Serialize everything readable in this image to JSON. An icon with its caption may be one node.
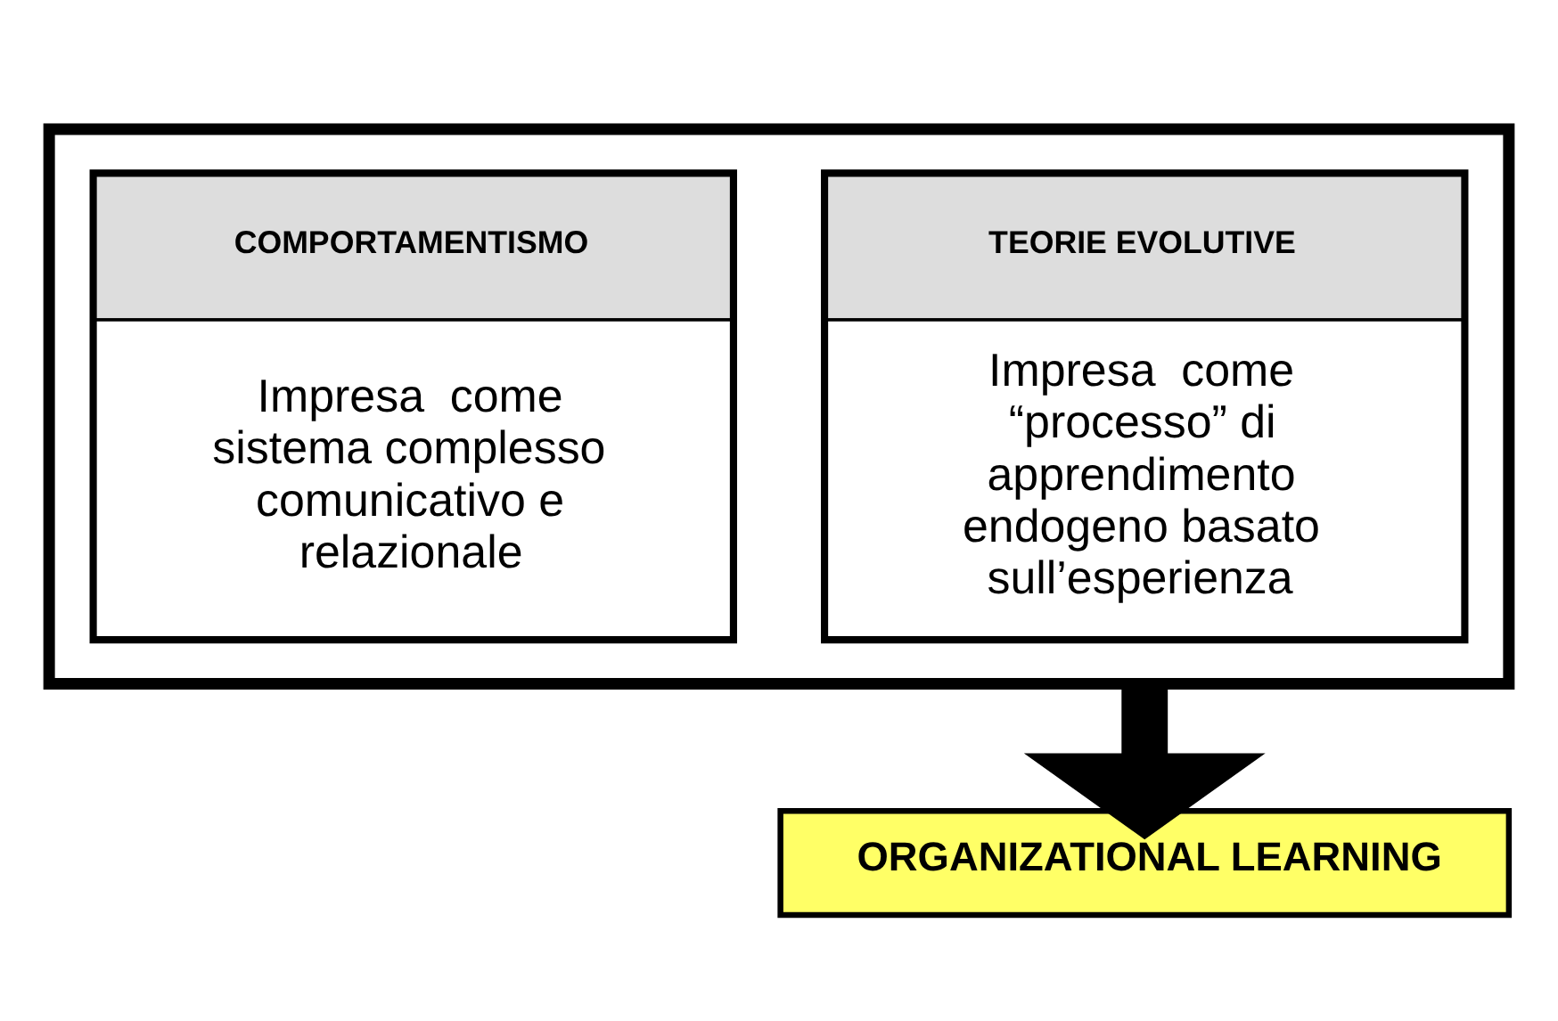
{
  "diagram": {
    "nodes": [
      {
        "text": [],
        "shape": "box"
      },
      {
        "text": [
          "COMPORTAMENTISMO",
          "Impresa  come sistema complesso comunicativo e relazionale"
        ],
        "in": 0
      },
      {
        "text": [
          "TEORIE EVOLUTIVE",
          "Impresa  come “processo” di apprendimento endogeno basato sull’esperienza"
        ],
        "in": 0
      },
      {
        "text": [
          "ORGANIZATIONAL LEARNING"
        ]
      }
    ],
    "edges": [
      {
        "from": 0,
        "to": 3,
        "arrow": "to"
      }
    ]
  }
}
